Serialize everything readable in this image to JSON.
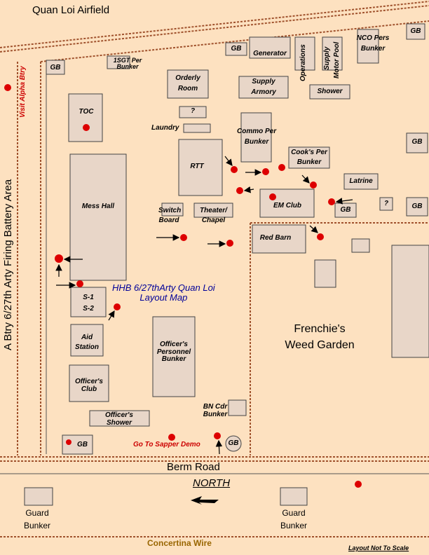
{
  "title": "Quan Loi Airfield",
  "left_area": "A Btry 6/27th Arty Firing Battery Area",
  "visit_link": "Visit Alpha Btry",
  "map_title_line1": "HHB 6/27thArty Quan Loi",
  "map_title_line2": "Layout Map",
  "garden_line1": "Frenchie's",
  "garden_line2": "Weed Garden",
  "berm_road": "Berm Road",
  "north": "NORTH",
  "concertina": "Concertina Wire",
  "scale_note": "Layout Not To Scale",
  "sapper_link": "Go To Sapper Demo",
  "buildings": {
    "toc": "TOC",
    "mess_hall": "Mess Hall",
    "s1": "S-1",
    "s2": "S-2",
    "aid1": "Aid",
    "aid2": "Station",
    "officers_club1": "Officer's",
    "officers_club2": "Club",
    "officers_shower1": "Officer's",
    "officers_shower2": "Shower",
    "officers_bunker1": "Officer's",
    "officers_bunker2": "Personnel",
    "officers_bunker3": "Bunker",
    "bn_cdr1": "BN Cdr",
    "bn_cdr2": "Bunker",
    "first_sgt1": "1SGT Per",
    "first_sgt2": "Bunker",
    "orderly1": "Orderly",
    "orderly2": "Room",
    "question": "?",
    "laundry": "Laundry",
    "rtt": "RTT",
    "switch1": "Switch",
    "switch2": "Board",
    "theater1": "Theater/",
    "theater2": "Chapel",
    "supply_armory1": "Supply",
    "supply_armory2": "Armory",
    "commo1": "Commo Per",
    "commo2": "Bunker",
    "em_club": "EM Club",
    "cooks1": "Cook's Per",
    "cooks2": "Bunker",
    "latrine": "Latrine",
    "red_barn": "Red Barn",
    "generator": "Generator",
    "operations": "Operations",
    "supply_motor": "Supply",
    "motor_pool": "Motor Pool",
    "shower": "Shower",
    "nco1": "NCO Pers",
    "nco2": "Bunker",
    "gb": "GB",
    "guard1": "Guard",
    "guard2": "Bunker"
  },
  "colors": {
    "background": "#fde1c0",
    "building": "#e8d6c8",
    "wire": "#a0522d",
    "marker": "#dd0000",
    "title_blue": "#000099"
  }
}
